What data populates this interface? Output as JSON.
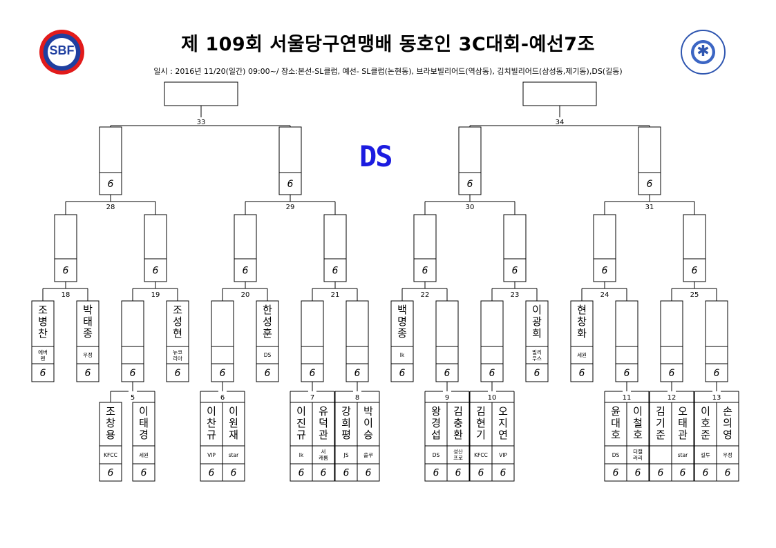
{
  "header": {
    "title": "제 109회 서울당구연맹배 동호인 3C대회-예선7조",
    "info": "일시 : 2016년 11/20(일간) 09:00~/ 장소:본선-SL클럽, 예선- SL클럽(논현동), 브라보빌리어드(역삼동), 김치빌리어드(삼성동,제기동),DS(길동)",
    "ds_label": "DS",
    "logo_left_text": "SBF"
  },
  "colors": {
    "ds_label": "#1c1ce0",
    "lines": "#000000"
  },
  "matches": {
    "m33": "33",
    "m34": "34",
    "m28": "28",
    "m29": "29",
    "m30": "30",
    "m31": "31",
    "m18": "18",
    "m19": "19",
    "m20": "20",
    "m21": "21",
    "m22": "22",
    "m23": "23",
    "m24": "24",
    "m25": "25",
    "m5": "5",
    "m6": "6",
    "m7": "7",
    "m8": "8",
    "m9": "9",
    "m10": "10",
    "m11": "11",
    "m12": "12",
    "m13": "13"
  },
  "score_mark": "6",
  "players": [
    {
      "name": "조병찬",
      "club": "에버 랜"
    },
    {
      "name": "박태종",
      "club": "우정"
    },
    {
      "name": "조성현",
      "club": "뉴코 리아"
    },
    {
      "name": "한성훈",
      "club": "DS"
    },
    {
      "name": "백명종",
      "club": "lk"
    },
    {
      "name": "이광희",
      "club": "빌리 우스"
    },
    {
      "name": "현창화",
      "club": "세원"
    },
    {
      "name": "조창용",
      "club": "KFCC"
    },
    {
      "name": "이태경",
      "club": "세원"
    },
    {
      "name": "이찬규",
      "club": "VIP"
    },
    {
      "name": "이원재",
      "club": "star"
    },
    {
      "name": "이진규",
      "club": "lk"
    },
    {
      "name": "유덕관",
      "club": "서 캐롬"
    },
    {
      "name": "강희평",
      "club": "JS"
    },
    {
      "name": "박이승",
      "club": "쓸쿠"
    },
    {
      "name": "왕경섭",
      "club": "DS"
    },
    {
      "name": "김충환",
      "club": "성산 프로"
    },
    {
      "name": "김현기",
      "club": "KFCC"
    },
    {
      "name": "오지연",
      "club": "VIP"
    },
    {
      "name": "윤대호",
      "club": "DS"
    },
    {
      "name": "이철호",
      "club": "더캘 러리"
    },
    {
      "name": "김기준",
      "club": ""
    },
    {
      "name": "오태관",
      "club": "star"
    },
    {
      "name": "이호준",
      "club": "길투"
    },
    {
      "name": "손의영",
      "club": "우정"
    }
  ]
}
